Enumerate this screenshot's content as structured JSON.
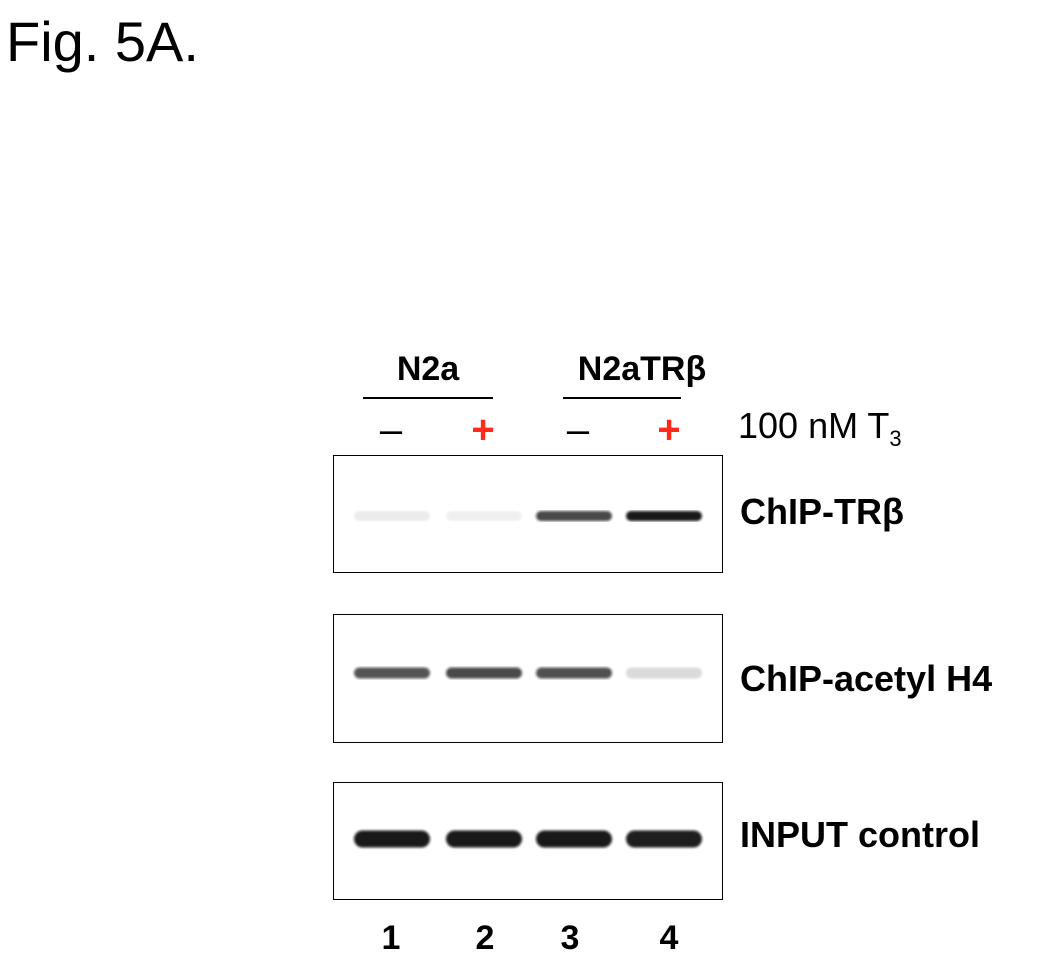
{
  "figure": {
    "title": "Fig. 5A."
  },
  "groups": [
    {
      "label": "N2a"
    },
    {
      "label": "N2aTRβ"
    }
  ],
  "treatment": {
    "label": "100 nM T",
    "label_sub": "3",
    "signs": [
      "–",
      "+",
      "–",
      "+"
    ],
    "plus_color": "#ff2a1a"
  },
  "panels": [
    {
      "label": "ChIP-TRβ",
      "band_intensity": [
        0.08,
        0.06,
        0.75,
        0.95
      ]
    },
    {
      "label": "ChIP-acetyl H4",
      "band_intensity": [
        0.7,
        0.75,
        0.72,
        0.15
      ]
    },
    {
      "label": "INPUT control",
      "band_intensity": [
        0.95,
        0.95,
        0.95,
        0.93
      ]
    }
  ],
  "lanes": [
    "1",
    "2",
    "3",
    "4"
  ]
}
